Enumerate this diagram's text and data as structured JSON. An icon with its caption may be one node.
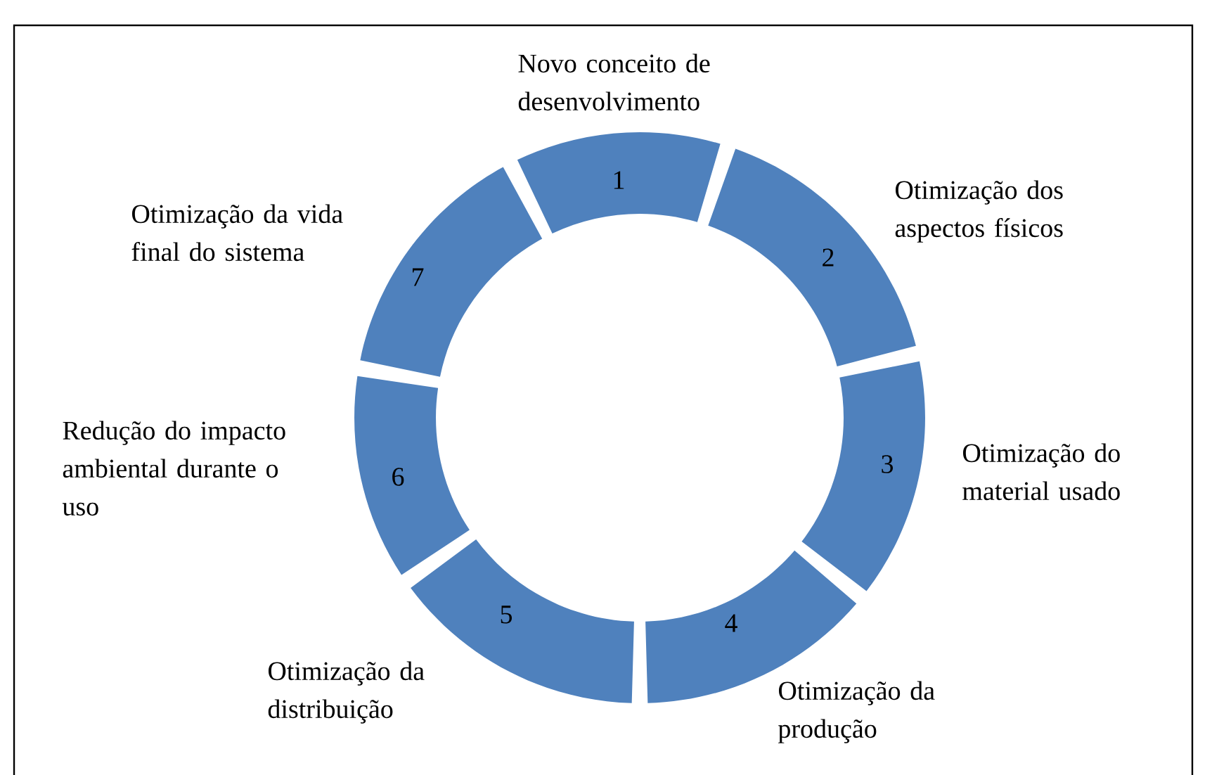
{
  "diagram": {
    "nodes": [
      {
        "text": [
          "1"
        ],
        "beside": [
          "Novo conceito de desenvolvimento"
        ]
      },
      {
        "text": [
          "2"
        ],
        "beside": [
          "Otimização dos aspectos físicos"
        ]
      },
      {
        "text": [
          "3"
        ],
        "beside": [
          "Otimização do material usado"
        ]
      },
      {
        "text": [
          "4"
        ],
        "beside": [
          "Otimização da produção"
        ]
      },
      {
        "text": [
          "5"
        ],
        "beside": [
          "Otimização da distribuição"
        ]
      },
      {
        "text": [
          "6"
        ],
        "beside": [
          "Redução do impacto ambiental durante o uso"
        ]
      },
      {
        "text": [
          "7"
        ],
        "beside": [
          "Otimização da vida final do sistema"
        ]
      }
    ]
  }
}
